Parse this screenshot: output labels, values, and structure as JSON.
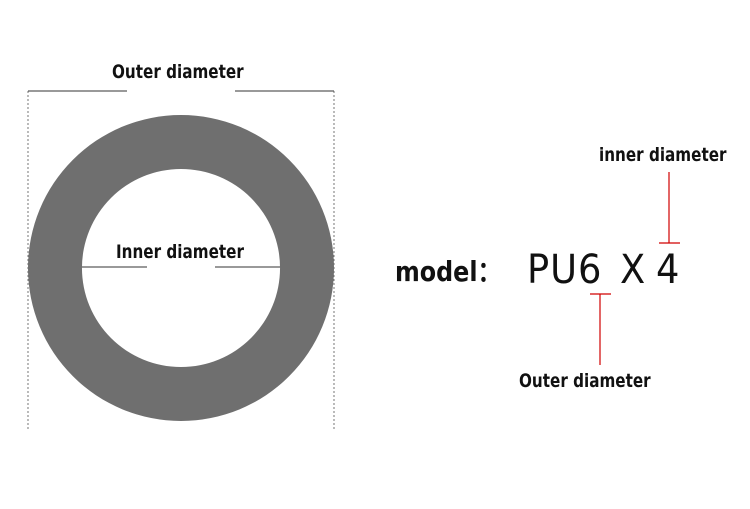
{
  "ring": {
    "outer_label": "Outer diameter",
    "inner_label": "Inner diameter"
  },
  "model": {
    "key": "model：",
    "code_pu6": "PU6",
    "code_x": "X",
    "code_4": "4"
  },
  "annotations": {
    "inner_label": "inner diameter",
    "outer_label": "Outer diameter"
  },
  "colors": {
    "ring": "#6f6f6f",
    "guide": "#333333",
    "marker": "#d00000",
    "text": "#111111"
  }
}
